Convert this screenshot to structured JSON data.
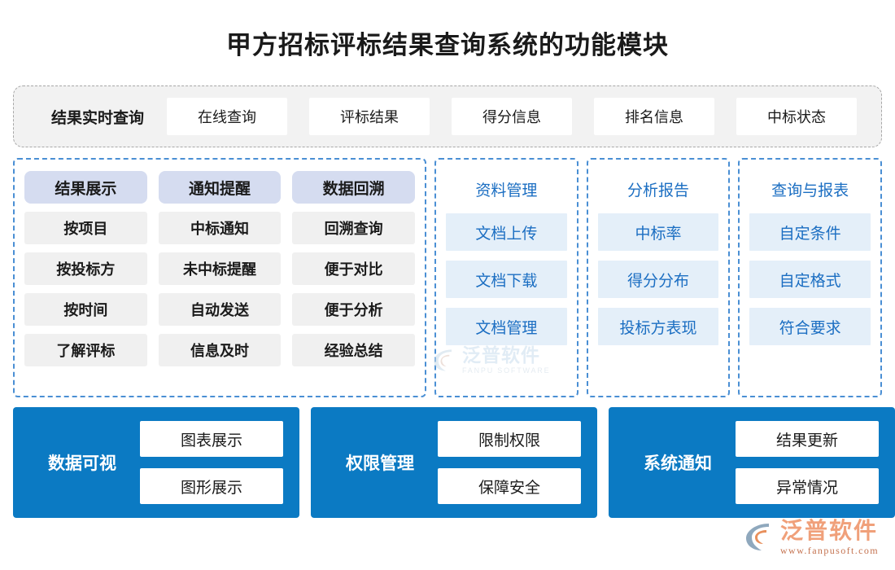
{
  "title": "甲方招标评标结果查询系统的功能模块",
  "top_band": {
    "label": "结果实时查询",
    "chips": [
      "在线查询",
      "评标结果",
      "得分信息",
      "排名信息",
      "中标状态"
    ]
  },
  "groups": {
    "wide": {
      "columns": [
        {
          "head": "结果展示",
          "items": [
            "按项目",
            "按投标方",
            "按时间",
            "了解评标"
          ]
        },
        {
          "head": "通知提醒",
          "items": [
            "中标通知",
            "未中标提醒",
            "自动发送",
            "信息及时"
          ]
        },
        {
          "head": "数据回溯",
          "items": [
            "回溯查询",
            "便于对比",
            "便于分析",
            "经验总结"
          ]
        }
      ]
    },
    "narrow": [
      {
        "head": "资料管理",
        "items": [
          "文档上传",
          "文档下载",
          "文档管理"
        ]
      },
      {
        "head": "分析报告",
        "items": [
          "中标率",
          "得分分布",
          "投标方表现"
        ]
      },
      {
        "head": "查询与报表",
        "items": [
          "自定条件",
          "自定格式",
          "符合要求"
        ]
      }
    ]
  },
  "bottom": [
    {
      "label": "数据可视",
      "chips": [
        "图表展示",
        "图形展示"
      ]
    },
    {
      "label": "权限管理",
      "chips": [
        "限制权限",
        "保障安全"
      ]
    },
    {
      "label": "系统通知",
      "chips": [
        "结果更新",
        "异常情况"
      ]
    }
  ],
  "watermark": {
    "cn": "泛普软件",
    "en": "FANPU SOFTWARE"
  },
  "logo": {
    "cn": "泛普软件",
    "url": "www.fanpusoft.com"
  },
  "colors": {
    "brand_blue": "#0b7ac3",
    "head_lavender": "#d5dcf0",
    "item_gray": "#f0f0f0",
    "item_lightblue": "#e4eff9",
    "dashed_blue": "#4a8fd4",
    "dashed_gray": "#a8a8a8",
    "logo_orange": "#f0a07a"
  }
}
